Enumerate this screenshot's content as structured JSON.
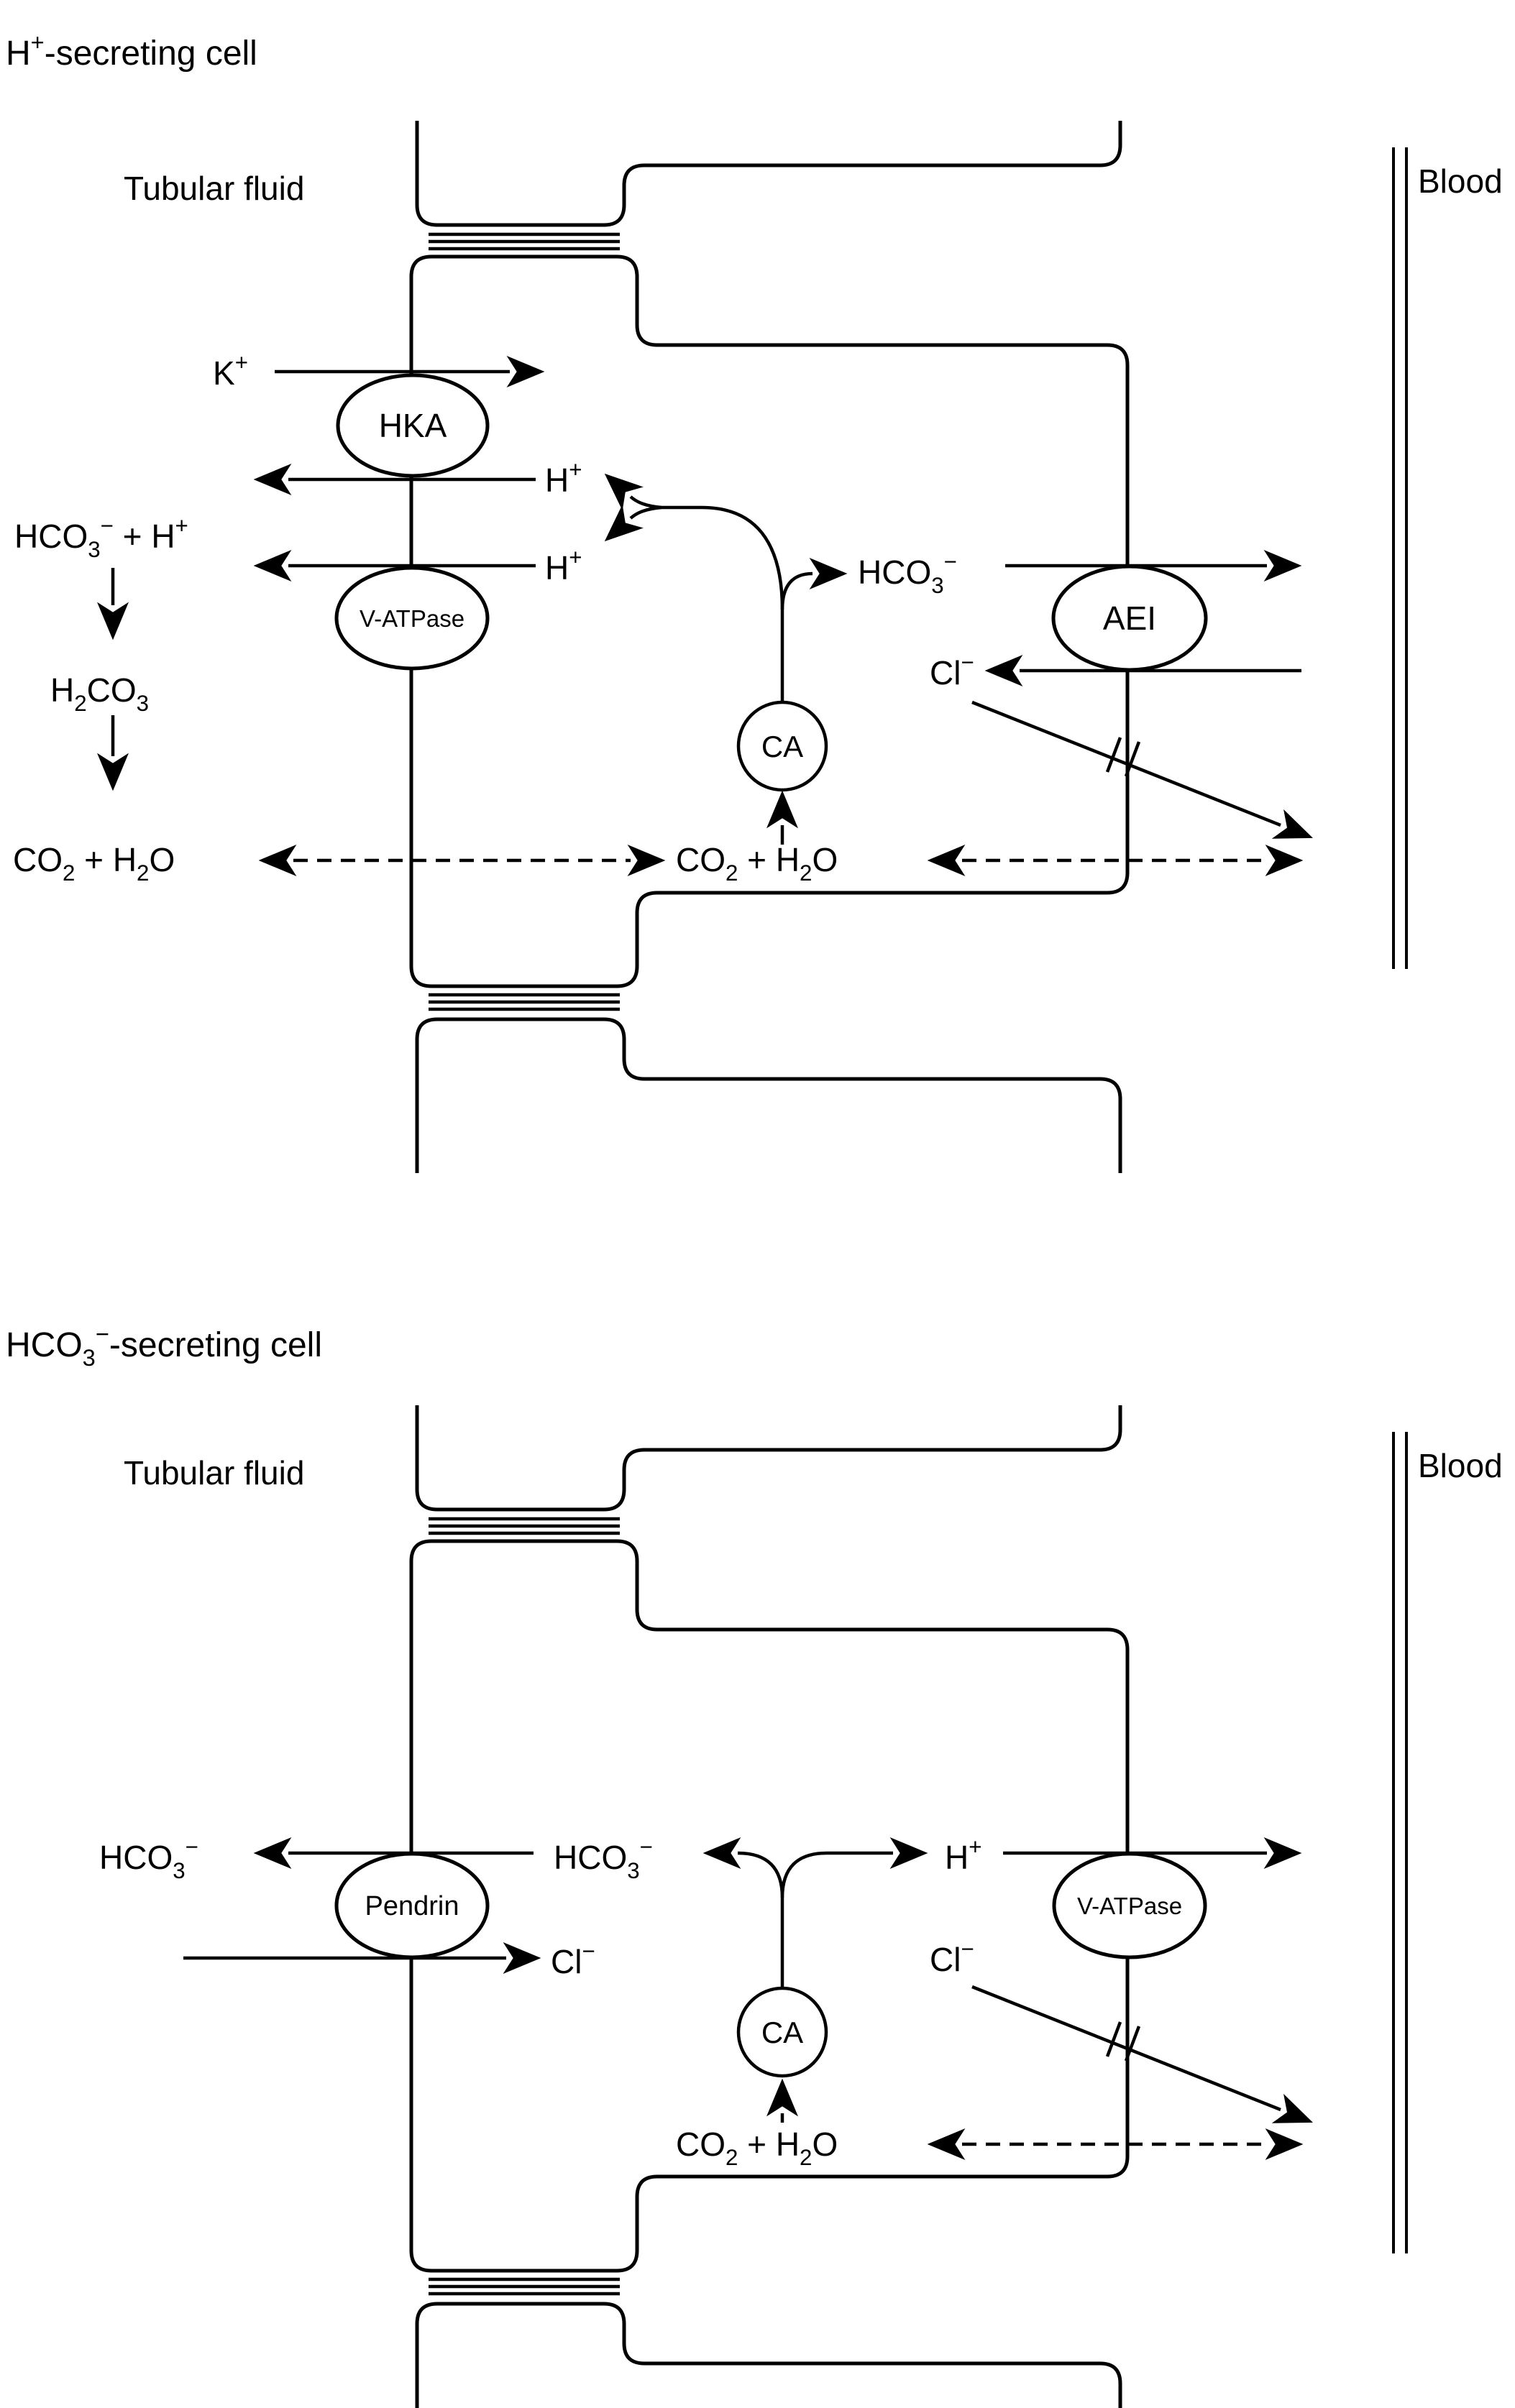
{
  "colors": {
    "cell_fill": "#ecc7d6",
    "line": "#000000",
    "background": "#ffffff"
  },
  "top": {
    "title": "H^+-secreting cell",
    "tubular_fluid": "Tubular fluid",
    "blood": "Blood",
    "k_in": "K^+",
    "hka": "HKA",
    "v_atpase": "V-ATPase",
    "ae1": "AEI",
    "ca": "CA",
    "h_inside_upper": "H^+",
    "h_inside_lower": "H^+",
    "lumen_reaction": "HCO_3^− + H^+",
    "h2co3": "H_2CO_3",
    "co2_h2o_lumen": "CO_2 + H_2O",
    "co2_h2o_cell": "CO_2 + H_2O",
    "hco3_cell": "HCO_3^−",
    "cl_cell": "Cl^−"
  },
  "bottom": {
    "title": "HCO_3^−-secreting cell",
    "tubular_fluid": "Tubular fluid",
    "blood": "Blood",
    "pendrin": "Pendrin",
    "v_atpase": "V-ATPase",
    "ca": "CA",
    "hco3_secreted": "HCO_3^−",
    "cl_in": "Cl^−",
    "hco3_cell": "HCO_3^−",
    "h_cell": "H^+",
    "cl_cell": "Cl^−",
    "co2_h2o_cell": "CO_2 + H_2O"
  }
}
